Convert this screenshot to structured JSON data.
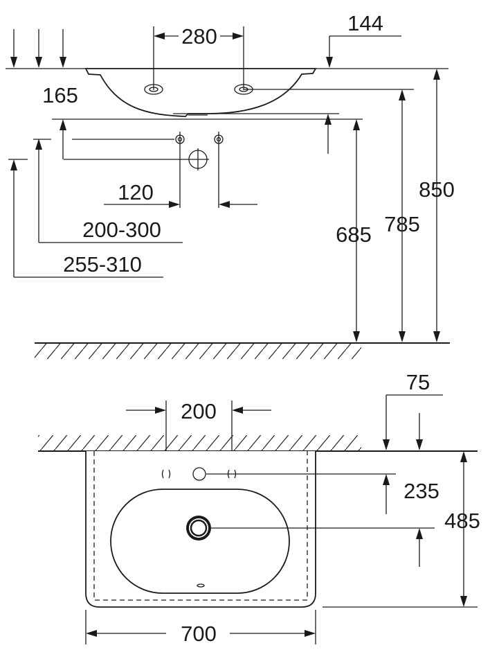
{
  "diagram": {
    "side_view": {
      "labels": {
        "top_width": "280",
        "edge_offset": "144",
        "depth": "165",
        "tap_spacing": "120",
        "range_a": "200-300",
        "range_b": "255-310",
        "height_685": "685",
        "height_785": "785",
        "height_850": "850"
      }
    },
    "top_view": {
      "labels": {
        "hole_spacing": "200",
        "wall_offset": "75",
        "tap_depth": "235",
        "depth_total": "485",
        "width_total": "700"
      }
    }
  }
}
